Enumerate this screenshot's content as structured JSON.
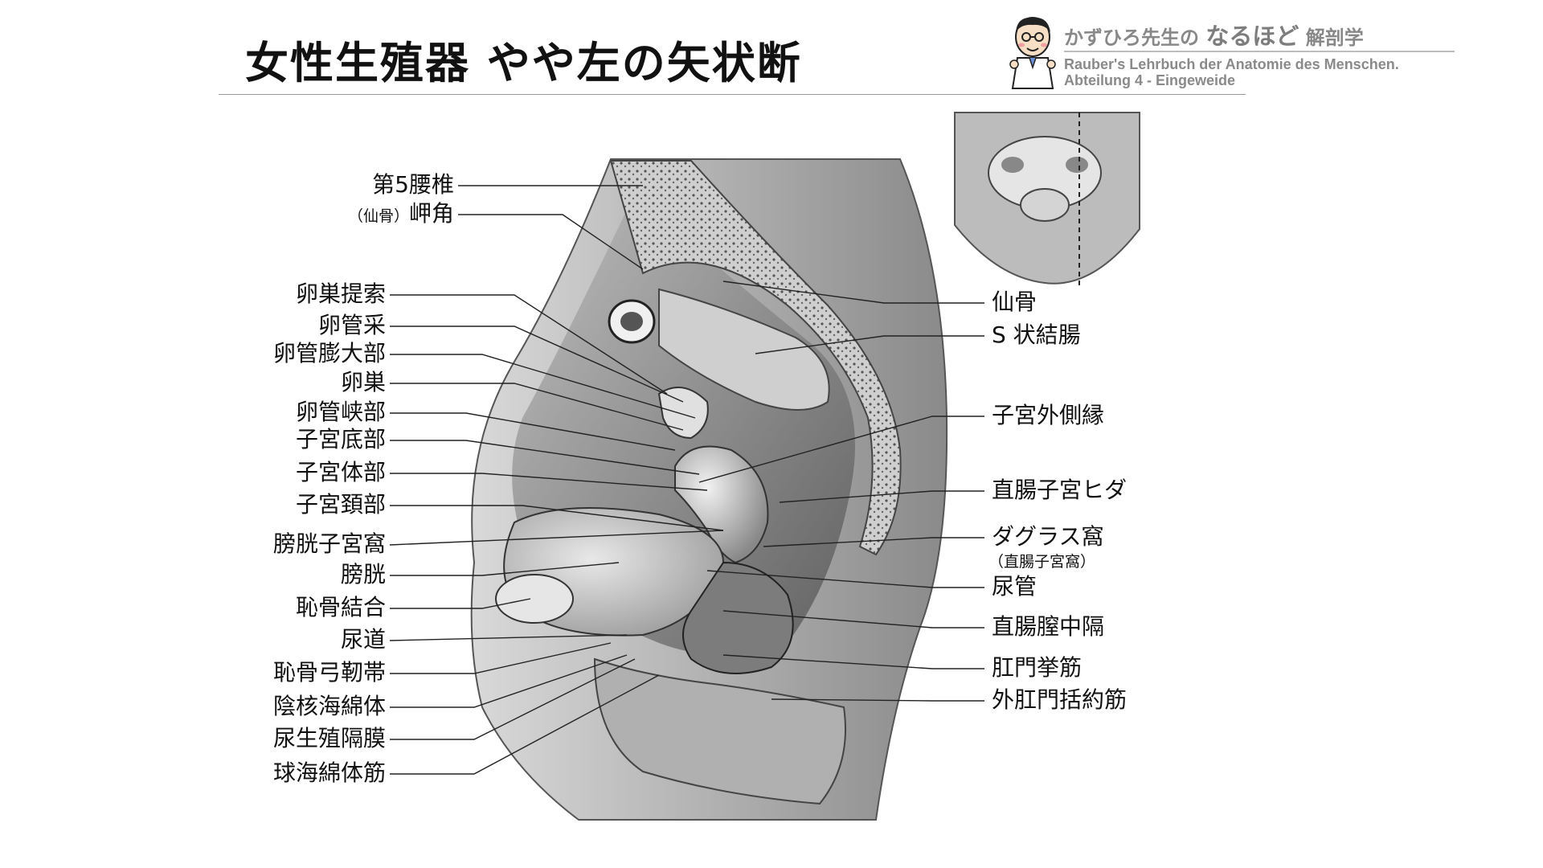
{
  "title": "女性生殖器 やや左の矢状断",
  "brand": {
    "name_prefix": "かずひろ先生の",
    "name_big": "なるほど",
    "name_suffix": "解剖学",
    "reference_line1": "Rauber's Lehrbuch der Anatomie des Menschen.",
    "reference_line2": "Abteilung 4 - Eingeweide"
  },
  "labels_left": [
    {
      "text": "第5腰椎"
    },
    {
      "prefix": "（仙骨）",
      "text": "岬角"
    },
    {
      "text": "卵巣提索"
    },
    {
      "text": "卵管采"
    },
    {
      "text": "卵管膨大部"
    },
    {
      "text": "卵巣"
    },
    {
      "text": "卵管峡部"
    },
    {
      "text": "子宮底部"
    },
    {
      "text": "子宮体部"
    },
    {
      "text": "子宮頚部"
    },
    {
      "text": "膀胱子宮窩"
    },
    {
      "text": "膀胱"
    },
    {
      "text": "恥骨結合"
    },
    {
      "text": "尿道"
    },
    {
      "text": "恥骨弓靭帯"
    },
    {
      "text": "陰核海綿体"
    },
    {
      "text": "尿生殖隔膜"
    },
    {
      "text": "球海綿体筋"
    }
  ],
  "labels_right": [
    {
      "text": "仙骨"
    },
    {
      "text": "S 状結腸"
    },
    {
      "text": "子宮外側縁"
    },
    {
      "text": "直腸子宮ヒダ"
    },
    {
      "text": "ダグラス窩",
      "sub": "（直腸子宮窩）"
    },
    {
      "text": "尿管"
    },
    {
      "text": "直腸膣中隔"
    },
    {
      "text": "肛門挙筋"
    },
    {
      "text": "外肛門括約筋"
    }
  ]
}
